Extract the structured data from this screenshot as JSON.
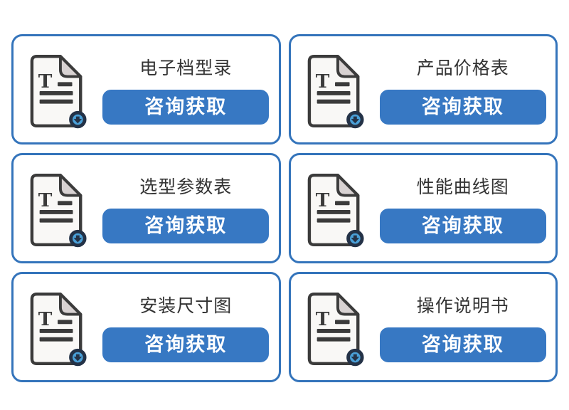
{
  "colors": {
    "card-border": "#3474bb",
    "button-bg": "#3778c3",
    "button-text": "#ffffff",
    "title-text": "#333333",
    "icon-outline": "#3b3b3b",
    "icon-page": "#f9f8f6",
    "icon-fold": "#d8d2d2",
    "badge-fill": "#4aa0d8",
    "badge-ring": "#243247"
  },
  "icon": {
    "name": "document-download-icon",
    "letter": "T"
  },
  "grid": {
    "cards": [
      {
        "title": "电子档型录",
        "button_label": "咨询获取"
      },
      {
        "title": "产品价格表",
        "button_label": "咨询获取"
      },
      {
        "title": "选型参数表",
        "button_label": "咨询获取"
      },
      {
        "title": "性能曲线图",
        "button_label": "咨询获取"
      },
      {
        "title": "安装尺寸图",
        "button_label": "咨询获取"
      },
      {
        "title": "操作说明书",
        "button_label": "咨询获取"
      }
    ]
  }
}
